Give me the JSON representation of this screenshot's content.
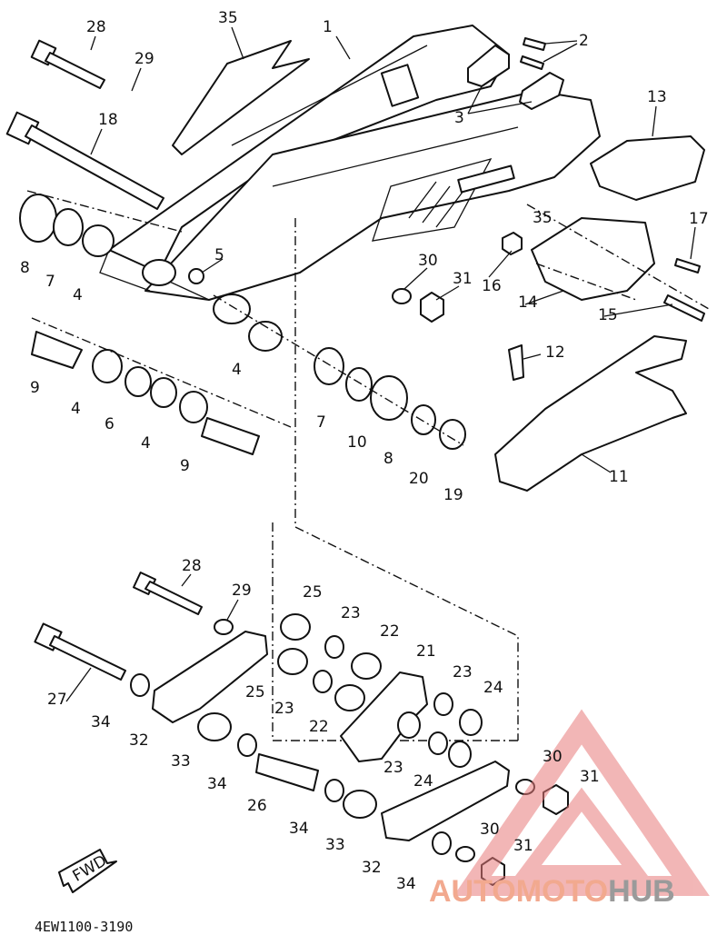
{
  "diagram_code": "4EW1100-3190",
  "fwd_label": "FWD",
  "watermark": {
    "part1": "AUTOMOTO",
    "part2": "HUB",
    "color1": "#f2a98f",
    "color2": "#9a9a9a",
    "triangle": "#e87c7c"
  },
  "part_labels": [
    "28",
    "29",
    "35",
    "1",
    "2",
    "3",
    "13",
    "18",
    "8",
    "7",
    "4",
    "5",
    "17",
    "16",
    "30",
    "31",
    "14",
    "15",
    "9",
    "4",
    "6",
    "4",
    "9",
    "7",
    "10",
    "8",
    "20",
    "19",
    "12",
    "11",
    "35",
    "4",
    "28",
    "29",
    "27",
    "34",
    "32",
    "33",
    "34",
    "26",
    "34",
    "33",
    "32",
    "25",
    "23",
    "22",
    "21",
    "25",
    "23",
    "22",
    "23",
    "24",
    "23",
    "24",
    "30",
    "31",
    "30",
    "31",
    "34"
  ]
}
